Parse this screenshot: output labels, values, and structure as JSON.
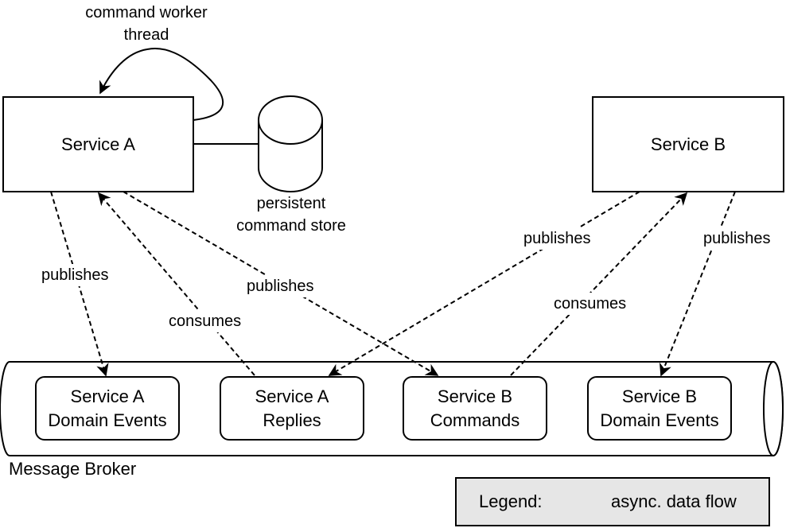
{
  "services": {
    "a": "Service A",
    "b": "Service B"
  },
  "store_label": "persistent\ncommand store",
  "worker_label": "command worker\nthread",
  "broker_label": "Message Broker",
  "topics": [
    "Service A\nDomain Events",
    "Service A\nReplies",
    "Service B\nCommands",
    "Service B\nDomain Events"
  ],
  "edge_labels": {
    "a_publishes_events": "publishes",
    "a_consumes_replies": "consumes",
    "a_publishes_commands": "publishes",
    "b_publishes_replies": "publishes",
    "b_consumes_commands": "consumes",
    "b_publishes_events": "publishes"
  },
  "legend": {
    "title": "Legend:",
    "item": "async. data flow"
  }
}
